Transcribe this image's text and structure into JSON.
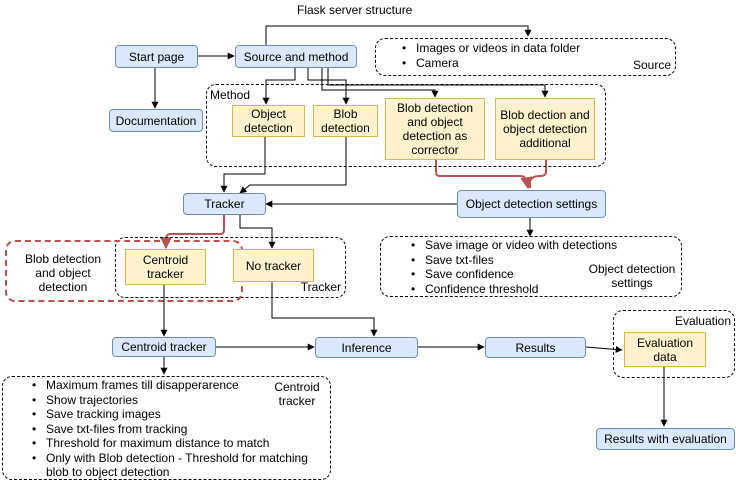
{
  "title": "Flask server structure",
  "nodes": {
    "start_page": "Start page",
    "source_method": "Source and method",
    "documentation": "Documentation",
    "object_detection": "Object detection",
    "blob_detection": "Blob detection",
    "blob_obj_corrector": "Blob detection and object detection as corrector",
    "blob_obj_additional": "Blob dection and object detection additional",
    "tracker": "Tracker",
    "od_settings": "Object detection settings",
    "centroid_tracker_small": "Centroid tracker",
    "no_tracker": "No tracker",
    "centroid_tracker": "Centroid tracker",
    "inference": "Inference",
    "results": "Results",
    "evaluation_data": "Evaluation data",
    "results_with_evaluation": "Results with evaluation"
  },
  "groups": {
    "source": {
      "label": "Source",
      "items": [
        "Images or videos in data folder",
        "Camera"
      ]
    },
    "method": {
      "label": "Method"
    },
    "tracker": {
      "label": "Tracker"
    },
    "blob_object": {
      "label": "Blob detection and object detection"
    },
    "od_settings": {
      "label": "Object detection settings",
      "items": [
        "Save image or video with detections",
        "Save txt-files",
        "Save confidence",
        "Confidence threshold"
      ]
    },
    "centroid": {
      "label": "Centroid tracker",
      "items": [
        "Maximum frames till disapperarence",
        "Show trajectories",
        "Save tracking images",
        "Save txt-files from tracking",
        "Threshold for maximum distance to match",
        "Only with Blob detection - Threshold for matching blob to object detection"
      ]
    },
    "evaluation": {
      "label": "Evaluation"
    }
  },
  "colors": {
    "blue_fill": "#dae8fc",
    "blue_stroke": "#6c8ebf",
    "yellow_fill": "#fff2cc",
    "yellow_stroke": "#d6b656",
    "red_accent": "#b85450"
  }
}
